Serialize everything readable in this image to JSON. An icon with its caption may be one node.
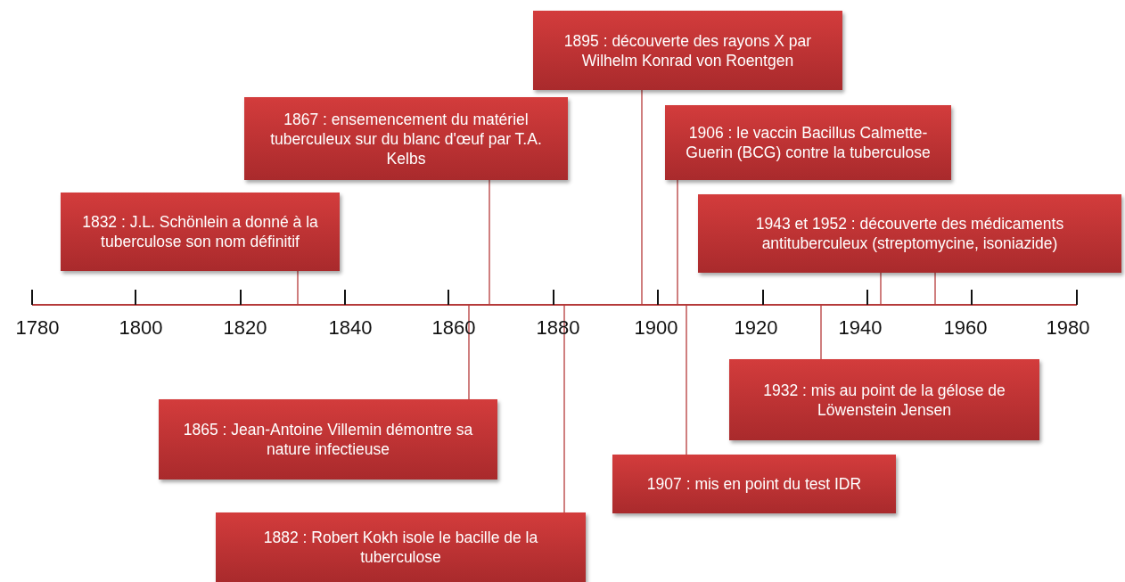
{
  "diagram": {
    "nodes": [
      {
        "text": [
          "1895 : découverte des rayons X par Wilhelm Konrad von Roentgen"
        ]
      },
      {
        "text": [
          "1867 : ensemencement du matériel tuberculeux sur du blanc d'œuf par T.A. Kelbs"
        ]
      },
      {
        "text": [
          "1906 : le vaccin Bacillus Calmette-Guerin (BCG) contre la tuberculose"
        ]
      },
      {
        "text": [
          "1832 : J.L. Schönlein a donné à la tuberculose son nom définitif"
        ]
      },
      {
        "text": [
          "1943 et 1952 : découverte des médicaments antituberculeux (streptomycine, isoniazide)"
        ]
      },
      {
        "text": [
          "1865 : Jean-Antoine Villemin démontre sa nature infectieuse"
        ]
      },
      {
        "text": [
          "1932 : mis au point de la gélose de Löwenstein Jensen"
        ]
      },
      {
        "text": [
          "1907 : mis en point du test IDR"
        ]
      },
      {
        "text": [
          "1882 : Robert Kokh isole le bacille de la tuberculose"
        ]
      }
    ],
    "edges": [
      {
        "from": 0,
        "to": null,
        "arrow": "none"
      },
      {
        "from": 1,
        "to": null,
        "arrow": "none"
      },
      {
        "from": 2,
        "to": null,
        "arrow": "none"
      },
      {
        "from": 3,
        "to": null,
        "arrow": "none"
      },
      {
        "from": 4,
        "to": null,
        "arrow": "none"
      },
      {
        "from": 4,
        "to": null,
        "arrow": "none"
      },
      {
        "from": 5,
        "to": null,
        "arrow": "none"
      },
      {
        "from": 6,
        "to": null,
        "arrow": "none"
      },
      {
        "from": 7,
        "to": null,
        "arrow": "none"
      },
      {
        "from": 8,
        "to": null,
        "arrow": "none"
      }
    ],
    "labels": [
      "1780",
      "1800",
      "1820",
      "1840",
      "1860",
      "1880",
      "1900",
      "1920",
      "1940",
      "1960",
      "1980"
    ]
  }
}
